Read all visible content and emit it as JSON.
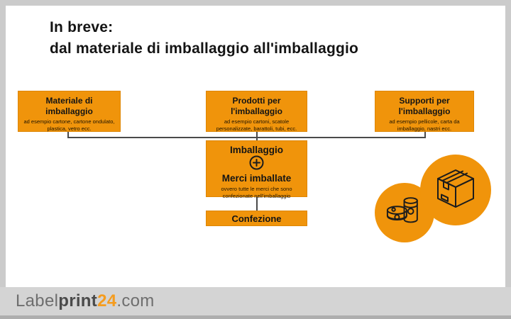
{
  "colors": {
    "orange": "#F0940B",
    "orange_border": "#DE8604",
    "connector_gray": "#4a4a4a",
    "text_dark": "#141414",
    "background_gray": "#cbcbcb",
    "footer_gray": "#d4d4d4",
    "logo_gray": "#6e6e6e",
    "logo_dark": "#4a4a4a",
    "logo_orange": "#F59C1E"
  },
  "header": {
    "title_line1": "In breve:",
    "title_line2": "dal materiale di imballaggio all'imballaggio"
  },
  "diagram": {
    "top_boxes": [
      {
        "title_line1": "Materiale di",
        "title_line2": "imballaggio",
        "subtitle": "ad esempio cartone, cartone ondulato, plastica, vetro ecc."
      },
      {
        "title_line1": "Prodotti per",
        "title_line2": "l'imballaggio",
        "subtitle": "ad esempio cartoni, scatole personalizzate, barattoli, tubi, ecc."
      },
      {
        "title_line1": "Supporti per",
        "title_line2": "l'imballaggio",
        "subtitle": "ad esempio pellicole, carta da imballaggio, nastri ecc."
      }
    ],
    "center_box": {
      "title_top": "Imballaggio",
      "plus_icon": "plus-in-circle",
      "title_bottom": "Merci imballate",
      "subtitle": "ovvero tutte le merci che sono confezionate nell'imballaggio"
    },
    "bottom_box": {
      "title": "Confezione"
    },
    "illustration": {
      "large_circle_icon": "carton-box",
      "small_circle_icon": "tin-cans"
    }
  },
  "footer": {
    "logo": {
      "part1": "Label",
      "part2": "print",
      "part3": "24",
      "part4": ".com"
    }
  }
}
